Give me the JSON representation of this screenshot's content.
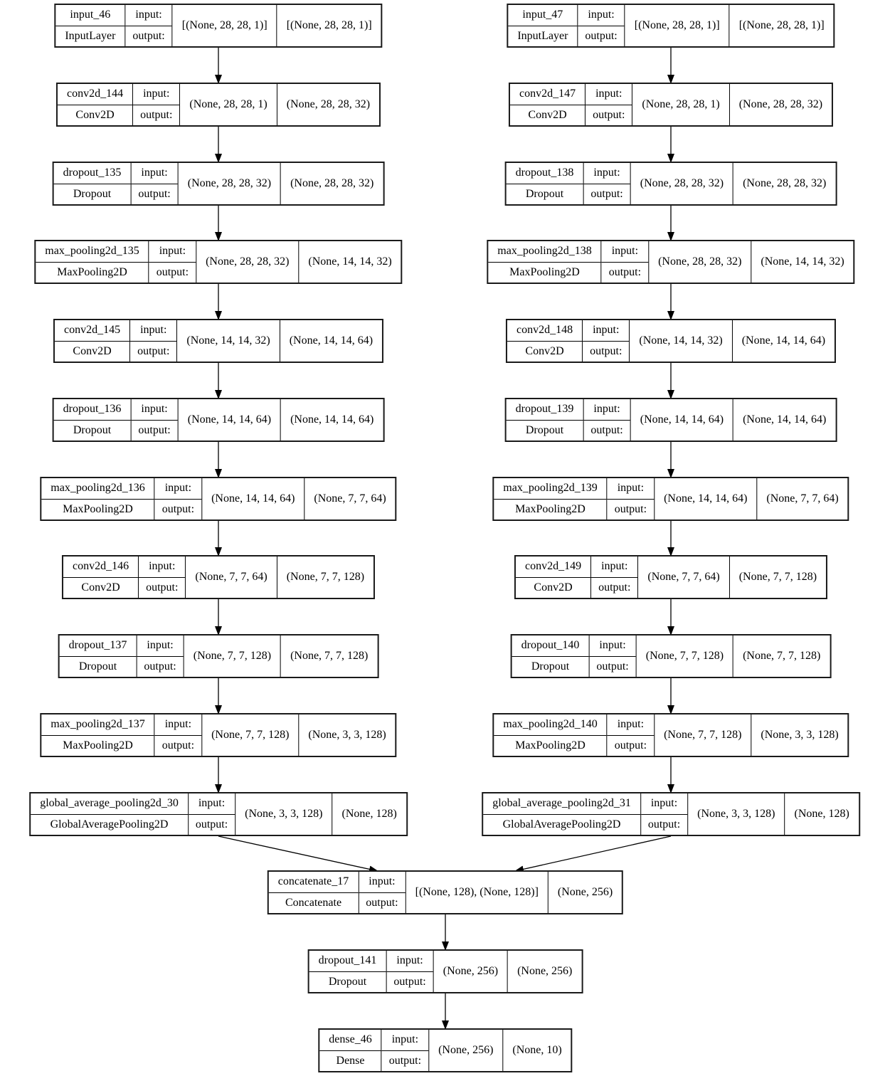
{
  "diagram": {
    "kind": "keras-model-architecture",
    "background_color": "#ffffff",
    "box_border_color": "#1a1a1a",
    "line_color": "#000000",
    "io_labels": {
      "input": "input:",
      "output": "output:"
    },
    "nodes": [
      {
        "id": "input_46",
        "name": "input_46",
        "type": "InputLayer",
        "input_shape": "[(None, 28, 28, 1)]",
        "output_shape": "[(None, 28, 28, 1)]"
      },
      {
        "id": "conv2d_144",
        "name": "conv2d_144",
        "type": "Conv2D",
        "input_shape": "(None, 28, 28, 1)",
        "output_shape": "(None, 28, 28, 32)"
      },
      {
        "id": "dropout_135",
        "name": "dropout_135",
        "type": "Dropout",
        "input_shape": "(None, 28, 28, 32)",
        "output_shape": "(None, 28, 28, 32)"
      },
      {
        "id": "max_pooling2d_135",
        "name": "max_pooling2d_135",
        "type": "MaxPooling2D",
        "input_shape": "(None, 28, 28, 32)",
        "output_shape": "(None, 14, 14, 32)"
      },
      {
        "id": "conv2d_145",
        "name": "conv2d_145",
        "type": "Conv2D",
        "input_shape": "(None, 14, 14, 32)",
        "output_shape": "(None, 14, 14, 64)"
      },
      {
        "id": "dropout_136",
        "name": "dropout_136",
        "type": "Dropout",
        "input_shape": "(None, 14, 14, 64)",
        "output_shape": "(None, 14, 14, 64)"
      },
      {
        "id": "max_pooling2d_136",
        "name": "max_pooling2d_136",
        "type": "MaxPooling2D",
        "input_shape": "(None, 14, 14, 64)",
        "output_shape": "(None, 7, 7, 64)"
      },
      {
        "id": "conv2d_146",
        "name": "conv2d_146",
        "type": "Conv2D",
        "input_shape": "(None, 7, 7, 64)",
        "output_shape": "(None, 7, 7, 128)"
      },
      {
        "id": "dropout_137",
        "name": "dropout_137",
        "type": "Dropout",
        "input_shape": "(None, 7, 7, 128)",
        "output_shape": "(None, 7, 7, 128)"
      },
      {
        "id": "max_pooling2d_137",
        "name": "max_pooling2d_137",
        "type": "MaxPooling2D",
        "input_shape": "(None, 7, 7, 128)",
        "output_shape": "(None, 3, 3, 128)"
      },
      {
        "id": "global_average_pooling2d_30",
        "name": "global_average_pooling2d_30",
        "type": "GlobalAveragePooling2D",
        "input_shape": "(None, 3, 3, 128)",
        "output_shape": "(None, 128)"
      },
      {
        "id": "input_47",
        "name": "input_47",
        "type": "InputLayer",
        "input_shape": "[(None, 28, 28, 1)]",
        "output_shape": "[(None, 28, 28, 1)]"
      },
      {
        "id": "conv2d_147",
        "name": "conv2d_147",
        "type": "Conv2D",
        "input_shape": "(None, 28, 28, 1)",
        "output_shape": "(None, 28, 28, 32)"
      },
      {
        "id": "dropout_138",
        "name": "dropout_138",
        "type": "Dropout",
        "input_shape": "(None, 28, 28, 32)",
        "output_shape": "(None, 28, 28, 32)"
      },
      {
        "id": "max_pooling2d_138",
        "name": "max_pooling2d_138",
        "type": "MaxPooling2D",
        "input_shape": "(None, 28, 28, 32)",
        "output_shape": "(None, 14, 14, 32)"
      },
      {
        "id": "conv2d_148",
        "name": "conv2d_148",
        "type": "Conv2D",
        "input_shape": "(None, 14, 14, 32)",
        "output_shape": "(None, 14, 14, 64)"
      },
      {
        "id": "dropout_139",
        "name": "dropout_139",
        "type": "Dropout",
        "input_shape": "(None, 14, 14, 64)",
        "output_shape": "(None, 14, 14, 64)"
      },
      {
        "id": "max_pooling2d_139",
        "name": "max_pooling2d_139",
        "type": "MaxPooling2D",
        "input_shape": "(None, 14, 14, 64)",
        "output_shape": "(None, 7, 7, 64)"
      },
      {
        "id": "conv2d_149",
        "name": "conv2d_149",
        "type": "Conv2D",
        "input_shape": "(None, 7, 7, 64)",
        "output_shape": "(None, 7, 7, 128)"
      },
      {
        "id": "dropout_140",
        "name": "dropout_140",
        "type": "Dropout",
        "input_shape": "(None, 7, 7, 128)",
        "output_shape": "(None, 7, 7, 128)"
      },
      {
        "id": "max_pooling2d_140",
        "name": "max_pooling2d_140",
        "type": "MaxPooling2D",
        "input_shape": "(None, 7, 7, 128)",
        "output_shape": "(None, 3, 3, 128)"
      },
      {
        "id": "global_average_pooling2d_31",
        "name": "global_average_pooling2d_31",
        "type": "GlobalAveragePooling2D",
        "input_shape": "(None, 3, 3, 128)",
        "output_shape": "(None, 128)"
      },
      {
        "id": "concatenate_17",
        "name": "concatenate_17",
        "type": "Concatenate",
        "input_shape": "[(None, 128), (None, 128)]",
        "output_shape": "(None, 256)"
      },
      {
        "id": "dropout_141",
        "name": "dropout_141",
        "type": "Dropout",
        "input_shape": "(None, 256)",
        "output_shape": "(None, 256)"
      },
      {
        "id": "dense_46",
        "name": "dense_46",
        "type": "Dense",
        "input_shape": "(None, 256)",
        "output_shape": "(None, 10)"
      }
    ],
    "edges": [
      [
        "input_46",
        "conv2d_144"
      ],
      [
        "conv2d_144",
        "dropout_135"
      ],
      [
        "dropout_135",
        "max_pooling2d_135"
      ],
      [
        "max_pooling2d_135",
        "conv2d_145"
      ],
      [
        "conv2d_145",
        "dropout_136"
      ],
      [
        "dropout_136",
        "max_pooling2d_136"
      ],
      [
        "max_pooling2d_136",
        "conv2d_146"
      ],
      [
        "conv2d_146",
        "dropout_137"
      ],
      [
        "dropout_137",
        "max_pooling2d_137"
      ],
      [
        "max_pooling2d_137",
        "global_average_pooling2d_30"
      ],
      [
        "input_47",
        "conv2d_147"
      ],
      [
        "conv2d_147",
        "dropout_138"
      ],
      [
        "dropout_138",
        "max_pooling2d_138"
      ],
      [
        "max_pooling2d_138",
        "conv2d_148"
      ],
      [
        "conv2d_148",
        "dropout_139"
      ],
      [
        "dropout_139",
        "max_pooling2d_139"
      ],
      [
        "max_pooling2d_139",
        "conv2d_149"
      ],
      [
        "conv2d_149",
        "dropout_140"
      ],
      [
        "dropout_140",
        "max_pooling2d_140"
      ],
      [
        "max_pooling2d_140",
        "global_average_pooling2d_31"
      ],
      [
        "global_average_pooling2d_30",
        "concatenate_17"
      ],
      [
        "global_average_pooling2d_31",
        "concatenate_17"
      ],
      [
        "concatenate_17",
        "dropout_141"
      ],
      [
        "dropout_141",
        "dense_46"
      ]
    ]
  }
}
